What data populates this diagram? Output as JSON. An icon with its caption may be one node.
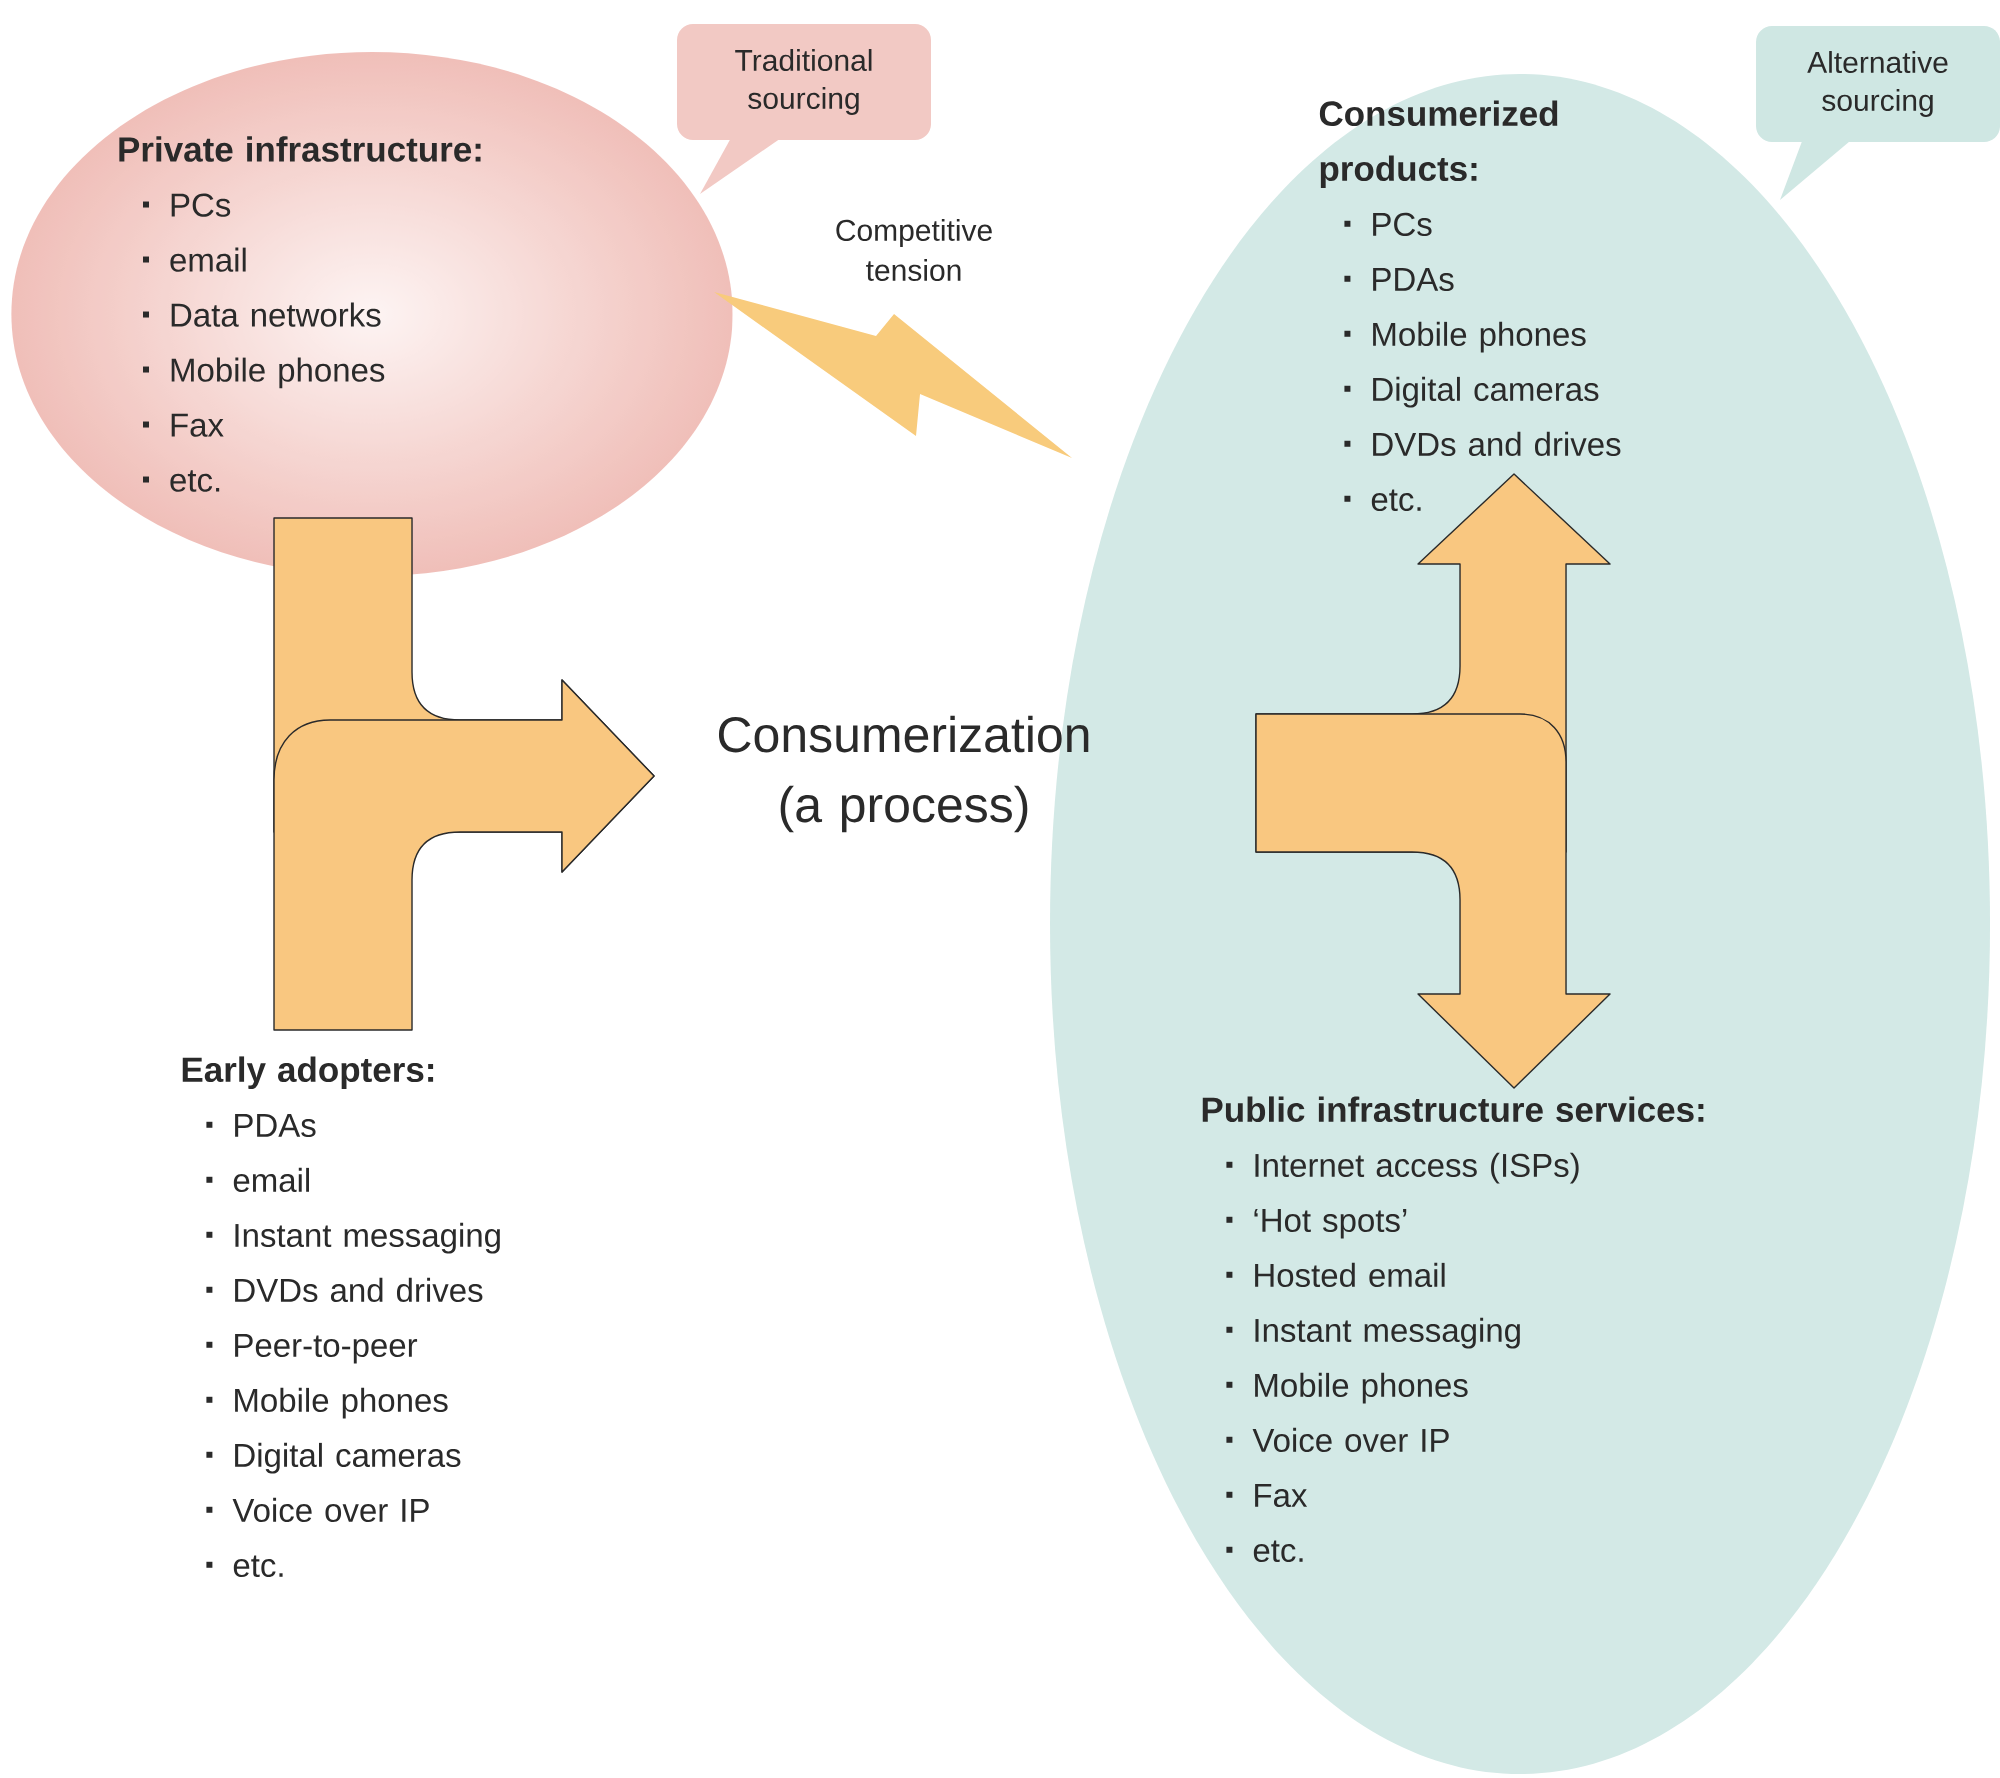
{
  "diagram": {
    "nodes": [
      {
        "text": [
          "Private infrastructure:",
          "PCs",
          "email",
          "Data networks",
          "Mobile phones",
          "Fax",
          "etc."
        ]
      },
      {
        "text": [
          "Traditional sourcing"
        ]
      },
      {
        "text": [],
        "shape": "ellipse"
      },
      {
        "text": [
          "Consumerized products:",
          "PCs",
          "PDAs",
          "Mobile phones",
          "Digital cameras",
          "DVDs and drives",
          "etc."
        ],
        "in": 2
      },
      {
        "text": [
          "Alternative sourcing"
        ]
      },
      {
        "text": [
          "Consumerization (a process)"
        ]
      },
      {
        "text": [
          "Early adopters:",
          "PDAs",
          "email",
          "Instant messaging",
          "DVDs and drives",
          "Peer-to-peer",
          "Mobile phones",
          "Digital cameras",
          "Voice over IP",
          "etc."
        ]
      },
      {
        "text": [
          "Public infrastructure services:",
          "Internet access (ISPs)",
          "‘Hot spots’",
          "Hosted email",
          "Instant messaging",
          "Mobile phones",
          "Voice over IP",
          "Fax",
          "etc."
        ],
        "in": 2
      }
    ],
    "edges": [
      {
        "from": 0,
        "to": 5,
        "arrow": "to"
      },
      {
        "from": 6,
        "to": 5,
        "arrow": "to"
      },
      {
        "from": 5,
        "to": 3,
        "arrow": "to"
      },
      {
        "from": 5,
        "to": 7,
        "arrow": "to"
      },
      {
        "from": 0,
        "to": 2,
        "arrow": "none",
        "label": "Competitive tension"
      }
    ]
  }
}
